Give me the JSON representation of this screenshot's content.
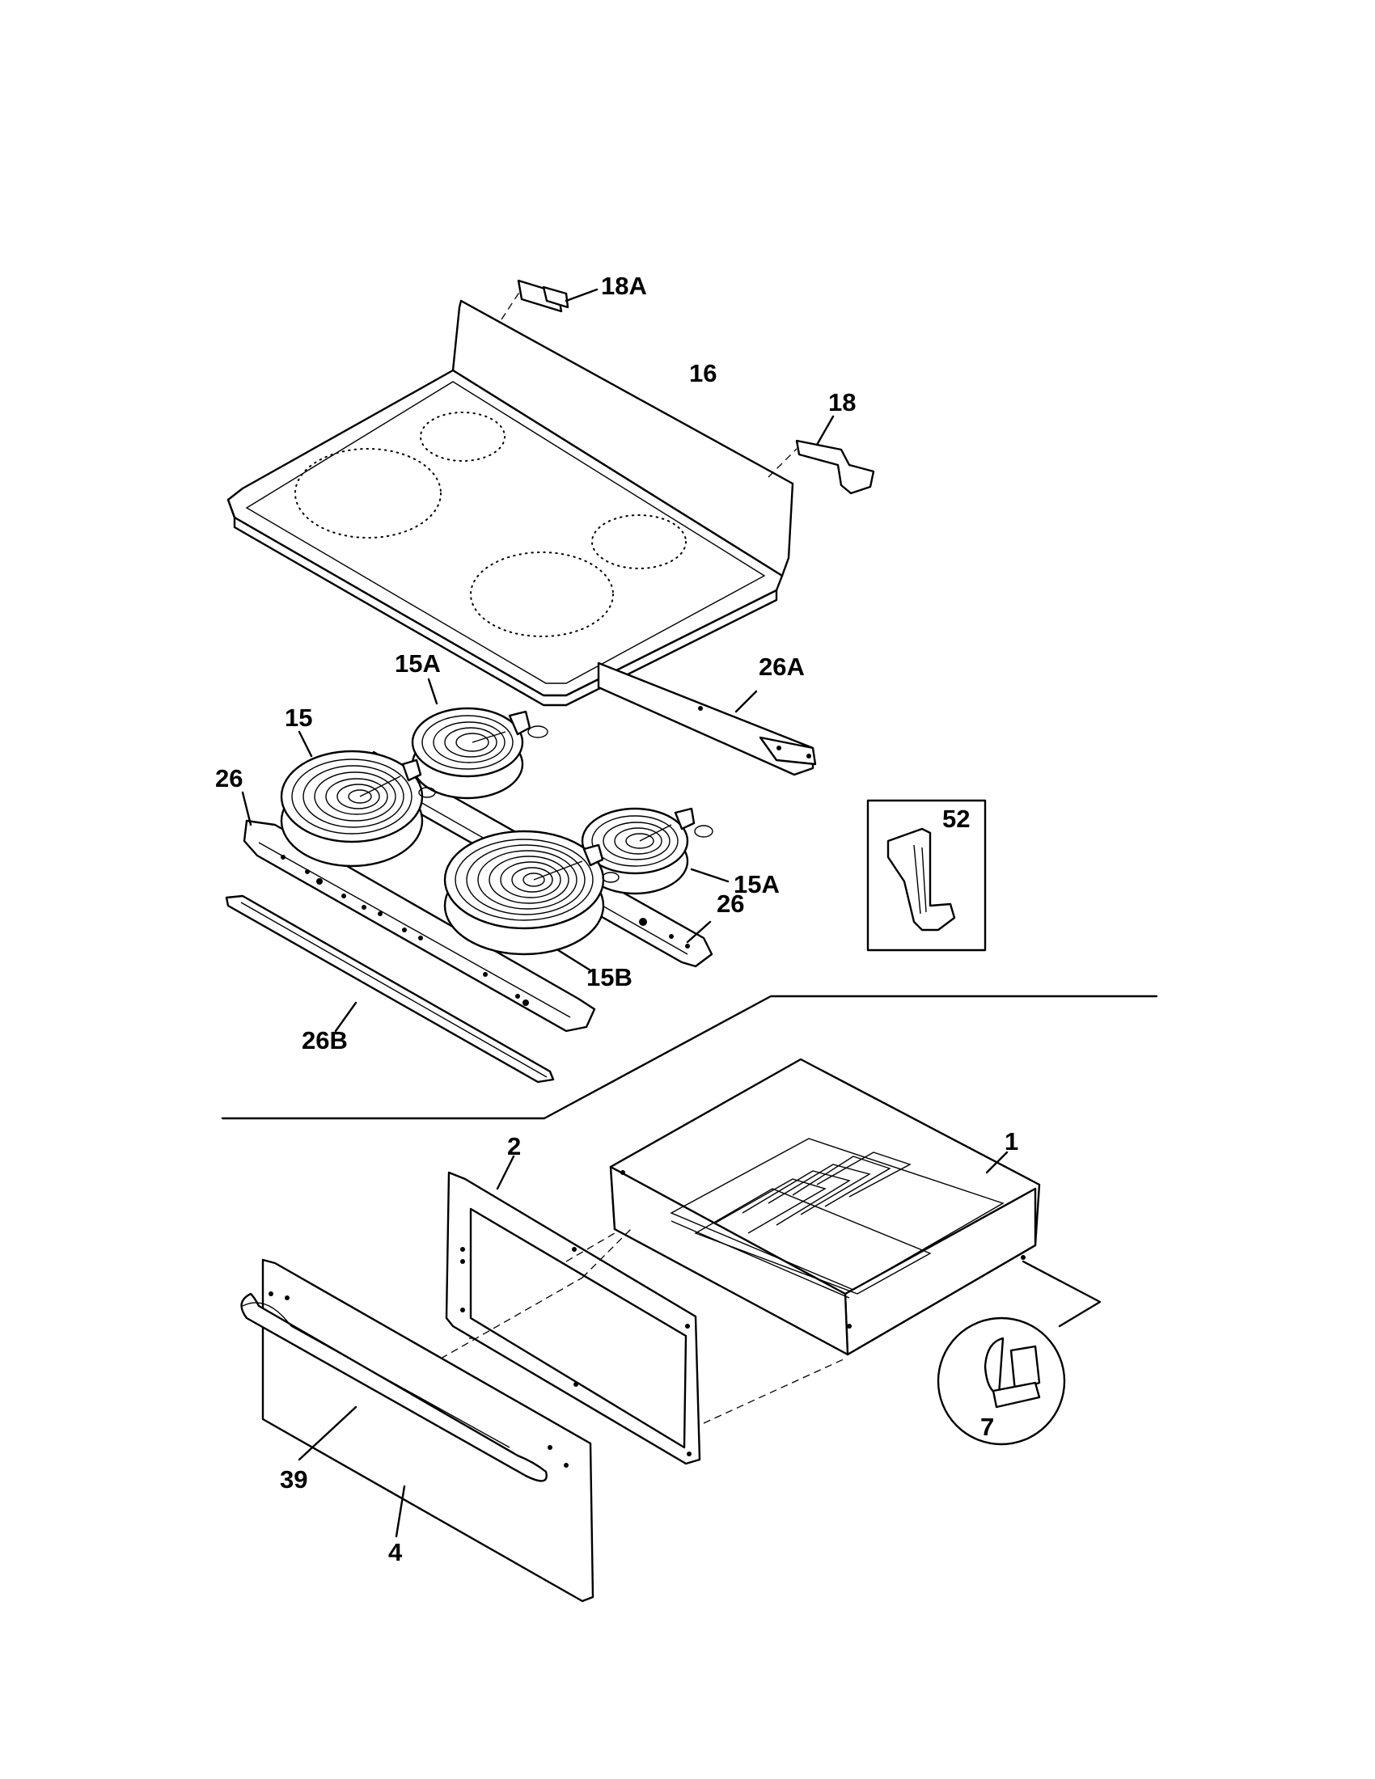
{
  "callouts": {
    "c18A": "18A",
    "c16": "16",
    "c18": "18",
    "c15A_top": "15A",
    "c26A": "26A",
    "c15": "15",
    "c26_left": "26",
    "c52": "52",
    "c15A_right": "15A",
    "c26_right": "26",
    "c15B": "15B",
    "c26B": "26B",
    "c2": "2",
    "c1": "1",
    "c7": "7",
    "c39": "39",
    "c4": "4"
  },
  "colors": {
    "line": "#000000",
    "background": "#ffffff"
  }
}
